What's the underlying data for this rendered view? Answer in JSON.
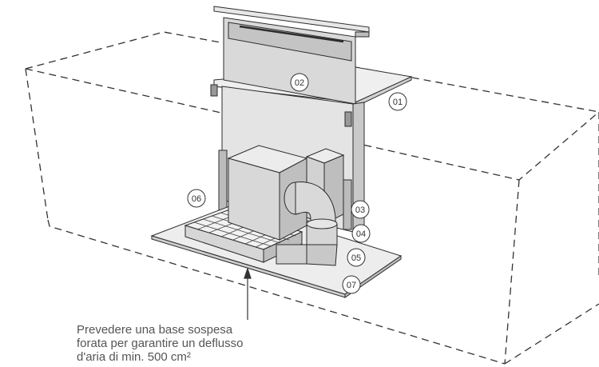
{
  "callouts": [
    {
      "id": "01",
      "label": "01"
    },
    {
      "id": "02",
      "label": "02"
    },
    {
      "id": "03",
      "label": "03"
    },
    {
      "id": "04",
      "label": "04"
    },
    {
      "id": "05",
      "label": "05"
    },
    {
      "id": "06",
      "label": "06"
    },
    {
      "id": "07",
      "label": "07"
    }
  ],
  "note": {
    "line1": "Prevedere una base sospesa",
    "line2": "forata per garantire un deflusso",
    "line3": "d'aria di min. 500 cm²"
  },
  "colors": {
    "outline": "#2b2b2b",
    "dashed": "#333333",
    "panel_light": "#e6e6e6",
    "panel_mid": "#d4d4d4",
    "panel_dark": "#bdbdbd"
  }
}
